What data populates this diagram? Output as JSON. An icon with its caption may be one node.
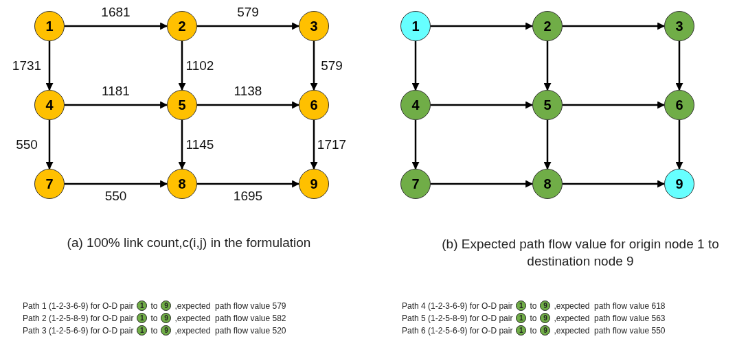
{
  "diagram": {
    "nodes": [
      {
        "text": [
          "1"
        ]
      },
      {
        "text": [
          "2"
        ]
      },
      {
        "text": [
          "3"
        ]
      },
      {
        "text": [
          "4"
        ]
      },
      {
        "text": [
          "5"
        ]
      },
      {
        "text": [
          "6"
        ]
      },
      {
        "text": [
          "7"
        ]
      },
      {
        "text": [
          "8"
        ]
      },
      {
        "text": [
          "9"
        ]
      },
      {
        "text": [
          "1"
        ]
      },
      {
        "text": [
          "2"
        ]
      },
      {
        "text": [
          "3"
        ]
      },
      {
        "text": [
          "4"
        ]
      },
      {
        "text": [
          "5"
        ]
      },
      {
        "text": [
          "6"
        ]
      },
      {
        "text": [
          "7"
        ]
      },
      {
        "text": [
          "8"
        ]
      },
      {
        "text": [
          "9"
        ]
      },
      {
        "text": [
          "1"
        ]
      },
      {
        "text": [
          "9"
        ]
      },
      {
        "text": [
          "1"
        ]
      },
      {
        "text": [
          "9"
        ]
      },
      {
        "text": [
          "1"
        ]
      },
      {
        "text": [
          "9"
        ]
      },
      {
        "text": [
          "1"
        ]
      },
      {
        "text": [
          "9"
        ]
      },
      {
        "text": [
          "1"
        ]
      },
      {
        "text": [
          "9"
        ]
      },
      {
        "text": [
          "1"
        ]
      },
      {
        "text": [
          "9"
        ]
      }
    ],
    "edges": [
      {
        "from": 0,
        "to": 1,
        "arrow": "to",
        "label": "1681"
      },
      {
        "from": 1,
        "to": 2,
        "arrow": "to",
        "label": "579"
      },
      {
        "from": 0,
        "to": 3,
        "arrow": "to",
        "label": "1731"
      },
      {
        "from": 1,
        "to": 4,
        "arrow": "to",
        "label": "1102"
      },
      {
        "from": 2,
        "to": 5,
        "arrow": "to",
        "label": "579"
      },
      {
        "from": 3,
        "to": 4,
        "arrow": "to",
        "label": "1181"
      },
      {
        "from": 4,
        "to": 5,
        "arrow": "to",
        "label": "1138"
      },
      {
        "from": 3,
        "to": 6,
        "arrow": "to",
        "label": "550"
      },
      {
        "from": 4,
        "to": 7,
        "arrow": "to",
        "label": "1145"
      },
      {
        "from": 5,
        "to": 8,
        "arrow": "to",
        "label": "1717"
      },
      {
        "from": 6,
        "to": 7,
        "arrow": "to",
        "label": "550"
      },
      {
        "from": 7,
        "to": 8,
        "arrow": "to",
        "label": "1695"
      },
      {
        "from": 9,
        "to": 10,
        "arrow": "to"
      },
      {
        "from": 10,
        "to": 11,
        "arrow": "to"
      },
      {
        "from": 9,
        "to": 12,
        "arrow": "to"
      },
      {
        "from": 10,
        "to": 13,
        "arrow": "to"
      },
      {
        "from": 11,
        "to": 14,
        "arrow": "to"
      },
      {
        "from": 12,
        "to": 13,
        "arrow": "to"
      },
      {
        "from": 13,
        "to": 14,
        "arrow": "to"
      },
      {
        "from": 12,
        "to": 15,
        "arrow": "to"
      },
      {
        "from": 13,
        "to": 16,
        "arrow": "to"
      },
      {
        "from": 14,
        "to": 17,
        "arrow": "to"
      },
      {
        "from": 15,
        "to": 16,
        "arrow": "to"
      },
      {
        "from": 16,
        "to": 17,
        "arrow": "to"
      }
    ],
    "labels": [
      "(a) 100% link count,c(i,j) in the formulation",
      "(b) Expected path flow value for origin node 1 to destination node 9",
      "Path 1 (1-2-3-6-9) for O-D pair",
      "to",
      ",expected  path flow value 579",
      "Path 2 (1-2-5-8-9) for O-D pair",
      "to",
      ",expected  path flow value 582",
      "Path 3 (1-2-5-6-9) for O-D pair",
      "to",
      ",expected  path flow value 520",
      "Path 4 (1-2-3-6-9) for O-D pair",
      "to",
      ",expected  path flow value 618",
      "Path 5 (1-2-5-8-9) for O-D pair",
      "to",
      ",expected  path flow value 563",
      "Path 6 (1-2-5-6-9) for O-D pair",
      "to",
      ",expected  path flow value 550"
    ]
  }
}
